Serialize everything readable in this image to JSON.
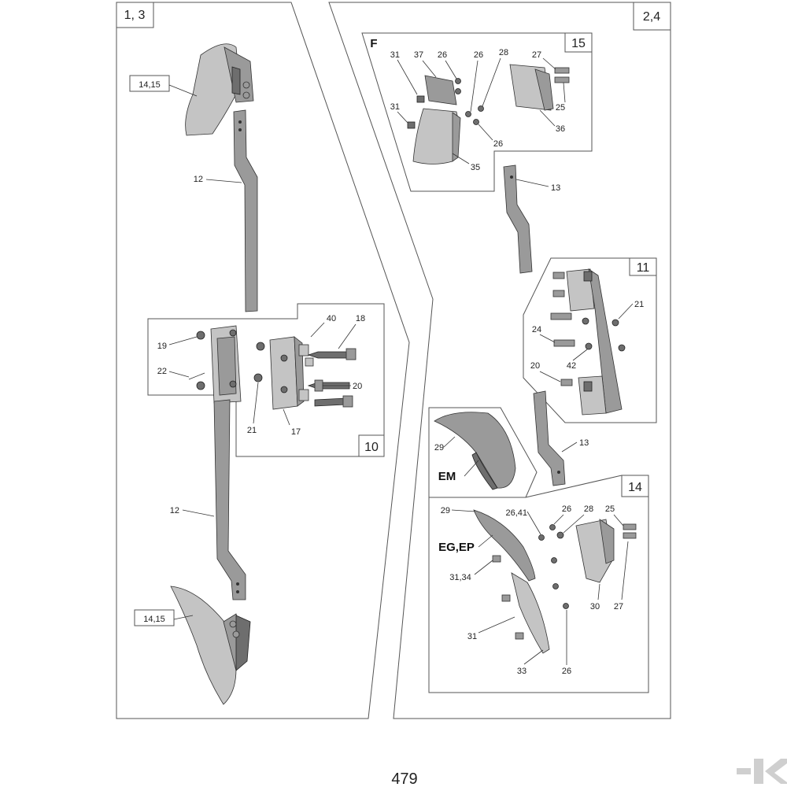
{
  "page_number": "479",
  "logo": "K",
  "left_panel": {
    "group_label": "1, 3",
    "part_labels": [
      "14,15",
      "12",
      "12",
      "14,15"
    ],
    "sub_box": {
      "number": "10",
      "part_labels": [
        "40",
        "18",
        "19",
        "22",
        "20",
        "21",
        "17"
      ]
    }
  },
  "right_panel": {
    "group_label": "2,4",
    "box_15": {
      "number": "15",
      "variant": "F",
      "part_labels": [
        "31",
        "37",
        "26",
        "26",
        "28",
        "27",
        "31",
        "25",
        "26",
        "36",
        "35"
      ]
    },
    "standalone_labels": [
      "13",
      "13"
    ],
    "box_11": {
      "number": "11",
      "part_labels": [
        "21",
        "24",
        "42",
        "20"
      ]
    },
    "em_section": {
      "variant": "EM",
      "part_labels": [
        "29"
      ]
    },
    "box_14": {
      "number": "14",
      "variant": "EG,EP",
      "part_labels": [
        "29",
        "26,41",
        "26",
        "28",
        "25",
        "31,34",
        "30",
        "27",
        "31",
        "33",
        "26"
      ]
    }
  }
}
